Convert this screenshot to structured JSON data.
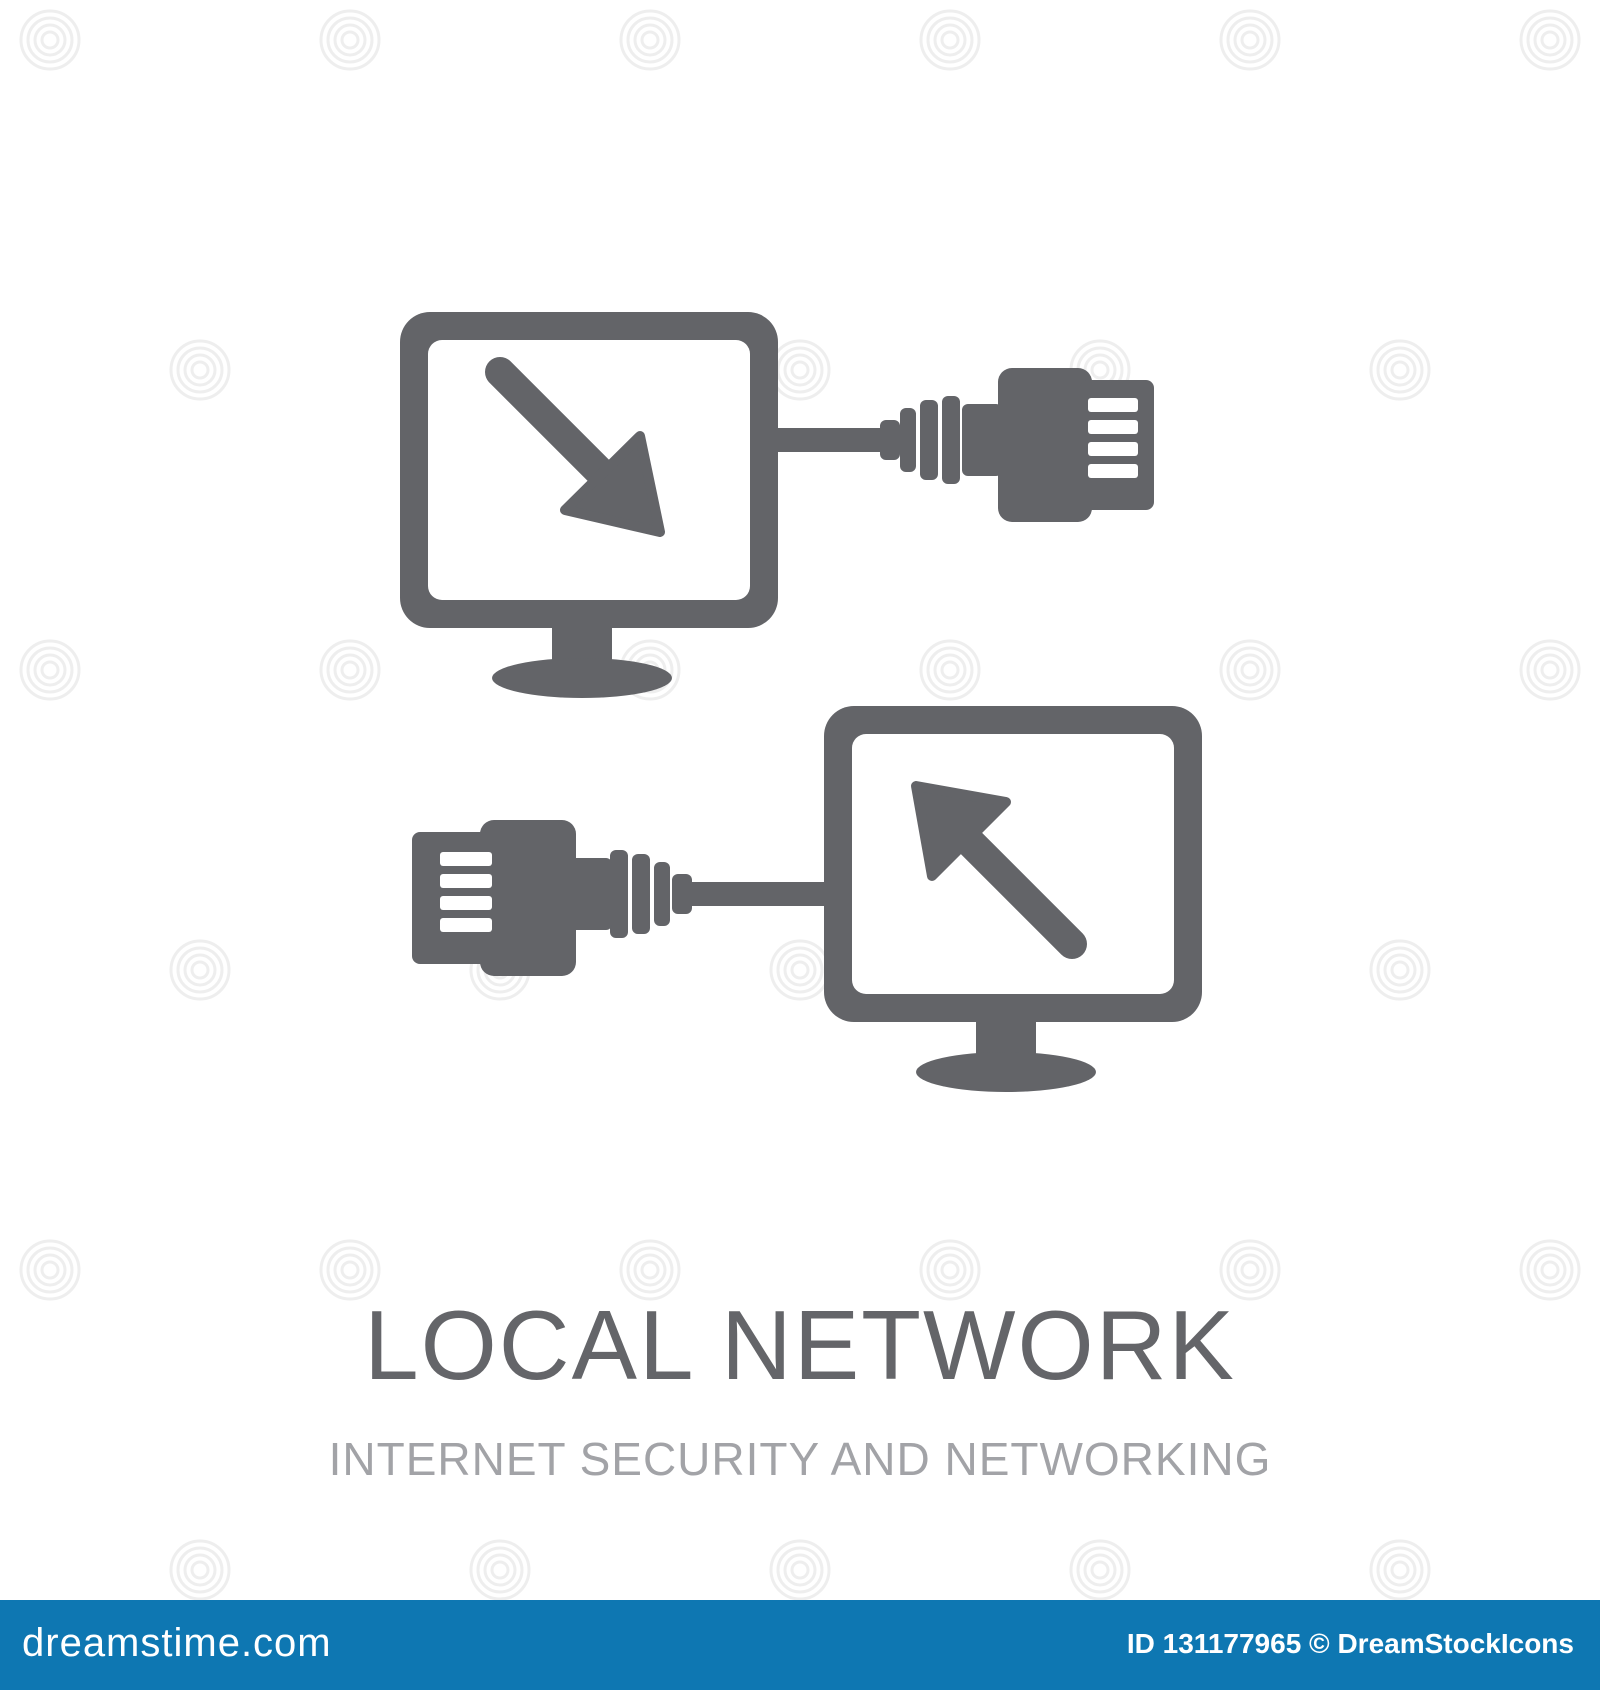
{
  "title": "LOCAL NETWORK",
  "subtitle": "INTERNET SECURITY AND NETWORKING",
  "footer": {
    "logo_text": "dreamstime.com",
    "image_credit": "ID 131177965 © DreamStockIcons"
  },
  "watermark_text": "dreamstime",
  "colors": {
    "icon": "#636468",
    "title": "#646569",
    "subtitle": "#a2a3a7",
    "footer_bg": "#0e77b2",
    "footer_text": "#ffffff",
    "watermark": "#eeeeee"
  },
  "icons": [
    "computer-monitor-icon",
    "download-arrow-icon",
    "ethernet-plug-icon",
    "upload-arrow-icon"
  ]
}
